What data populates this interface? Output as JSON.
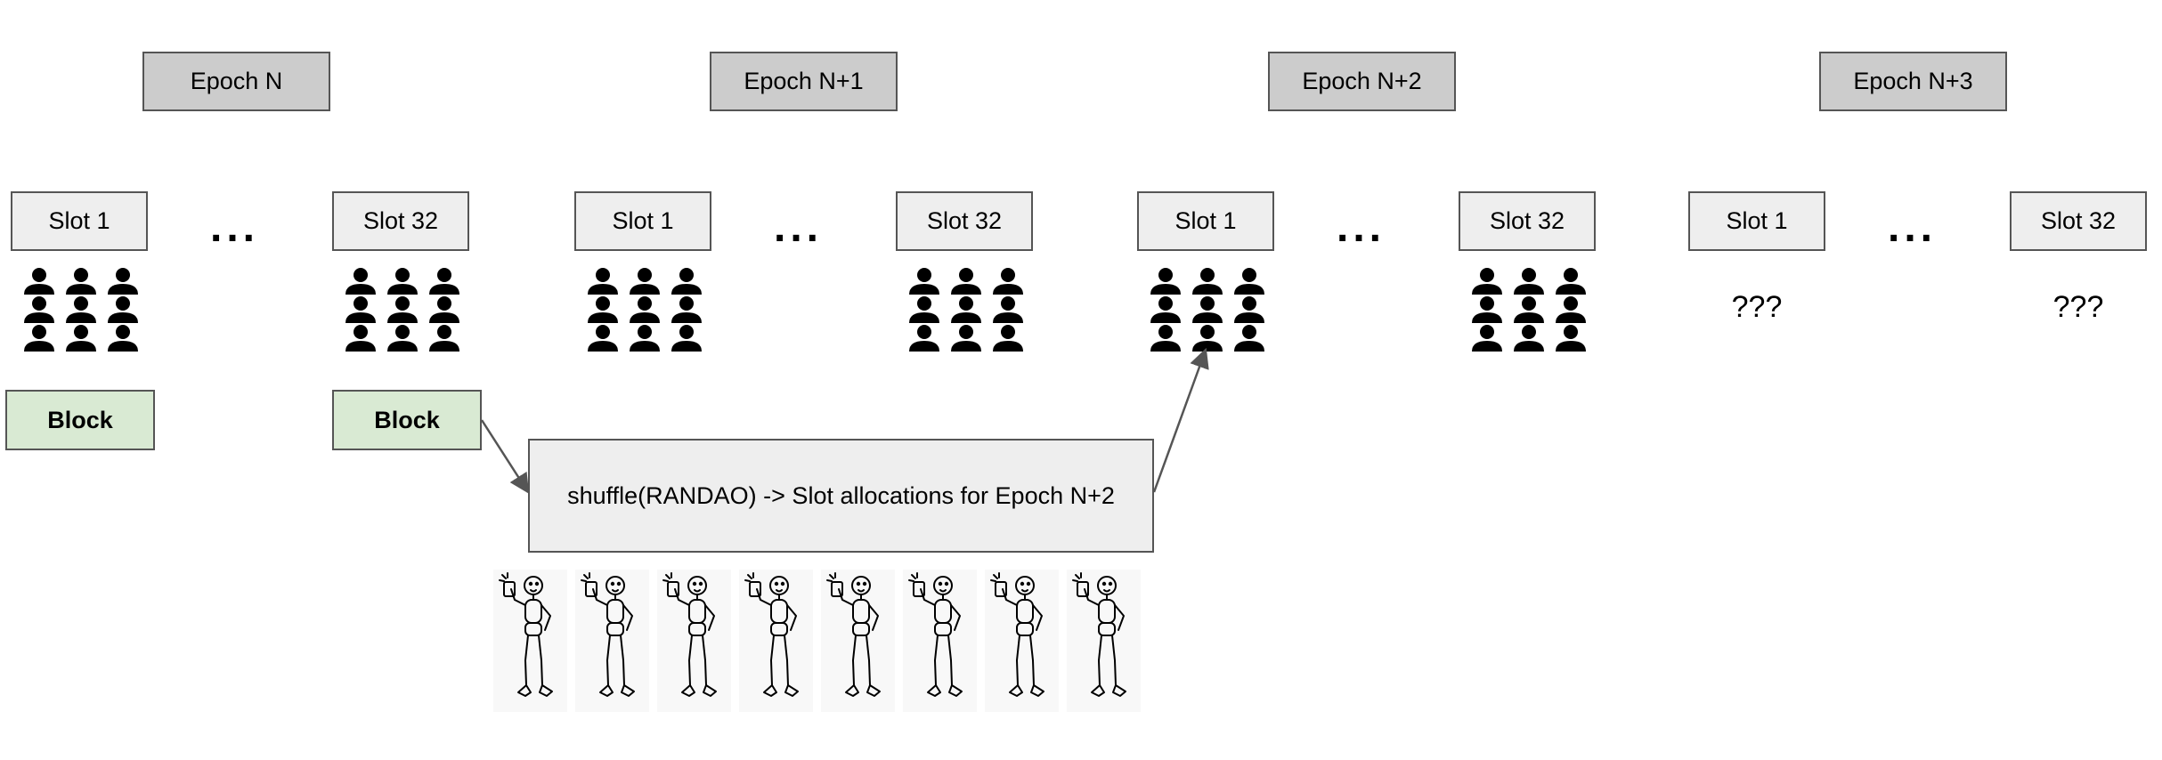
{
  "epochs": [
    {
      "label": "Epoch N",
      "slots": [
        "Slot 1",
        "Slot 32"
      ],
      "dots": "...",
      "blocks": [
        "Block",
        "Block"
      ]
    },
    {
      "label": "Epoch N+1",
      "slots": [
        "Slot 1",
        "Slot 32"
      ],
      "dots": "..."
    },
    {
      "label": "Epoch N+2",
      "slots": [
        "Slot 1",
        "Slot 32"
      ],
      "dots": "..."
    },
    {
      "label": "Epoch N+3",
      "slots": [
        "Slot 1",
        "Slot 32"
      ],
      "dots": "...",
      "unknown": [
        "???",
        "???"
      ]
    }
  ],
  "shuffle_label": "shuffle(RANDAO) -> Slot allocations for Epoch N+2",
  "colors": {
    "epoch_fill": "#cccccc",
    "slot_fill": "#eeeeee",
    "block_fill": "#d9ead3",
    "border": "#555555"
  }
}
